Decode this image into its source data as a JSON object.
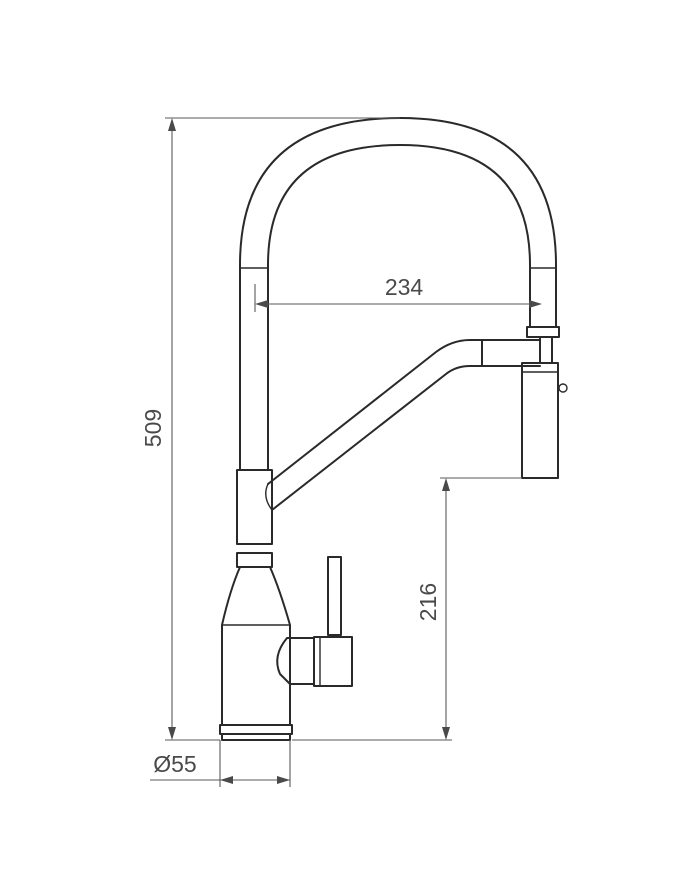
{
  "dimensions": {
    "total_height": "509",
    "reach": "234",
    "spout_height": "216",
    "base_diameter": "Ø55"
  },
  "colors": {
    "outline": "#2a2a2a",
    "dimension_line": "#5a5a5a",
    "dimension_text": "#4a4a4a",
    "background": "#ffffff"
  }
}
